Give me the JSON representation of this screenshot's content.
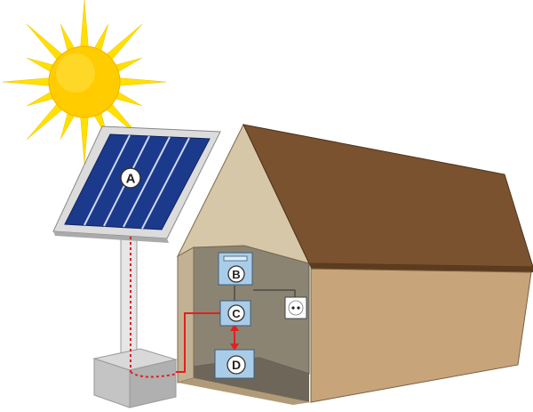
{
  "labels": {
    "a": "A",
    "b": "B",
    "c": "C",
    "d": "D"
  },
  "colors": {
    "sun_core": "#ffcc00",
    "sun_rays": "#ffe000",
    "panel_cells": "#1c3a8c",
    "panel_frame": "#d8d8d8",
    "roof": "#7a5230",
    "wall_front": "#c8a47a",
    "gable": "#d6c7a8",
    "interior": "#8c8472",
    "device_box": "#a9cce8",
    "wire": "#e02020"
  },
  "icons": [
    "sun-icon",
    "solar-panel-icon",
    "outlet-icon"
  ]
}
